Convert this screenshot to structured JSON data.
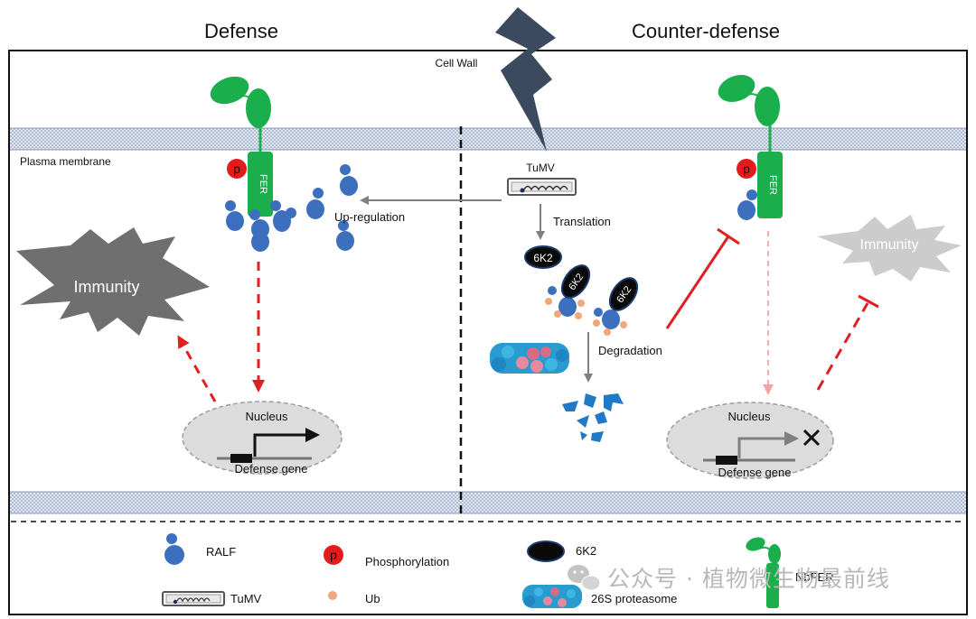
{
  "headers": {
    "defense": "Defense",
    "counter_defense": "Counter-defense"
  },
  "labels": {
    "cell_wall": "Cell Wall",
    "plasma_membrane": "Plasma membrane",
    "fer": "FER",
    "phospho": "p",
    "up_regulation": "Up-regulation",
    "tumv": "TuMV",
    "translation": "Translation",
    "six_k2": "6K2",
    "degradation": "Degradation",
    "immunity": "Immunity",
    "nucleus": "Nucleus",
    "defense_gene": "Defense gene"
  },
  "legend": {
    "ralf": "RALF",
    "phosphorylation": "Phosphorylation",
    "six_k2": "6K2",
    "nbfer": "NbFER",
    "tumv": "TuMV",
    "ub": "Ub",
    "proteasome": "26S proteasome"
  },
  "watermark": "公众号 · 植物微生物最前线",
  "colors": {
    "fer_green": "#1aae4c",
    "ralf_blue": "#3d6fbf",
    "phospho_red": "#e31b1b",
    "inhibit_red": "#e02020",
    "ub_peach": "#f0a77c",
    "membrane_blue": "#cfd8e8",
    "nucleus_gray": "#dcdcdc",
    "bolt_slate": "#3b4a5e",
    "fragment_blue": "#1f78c8"
  }
}
